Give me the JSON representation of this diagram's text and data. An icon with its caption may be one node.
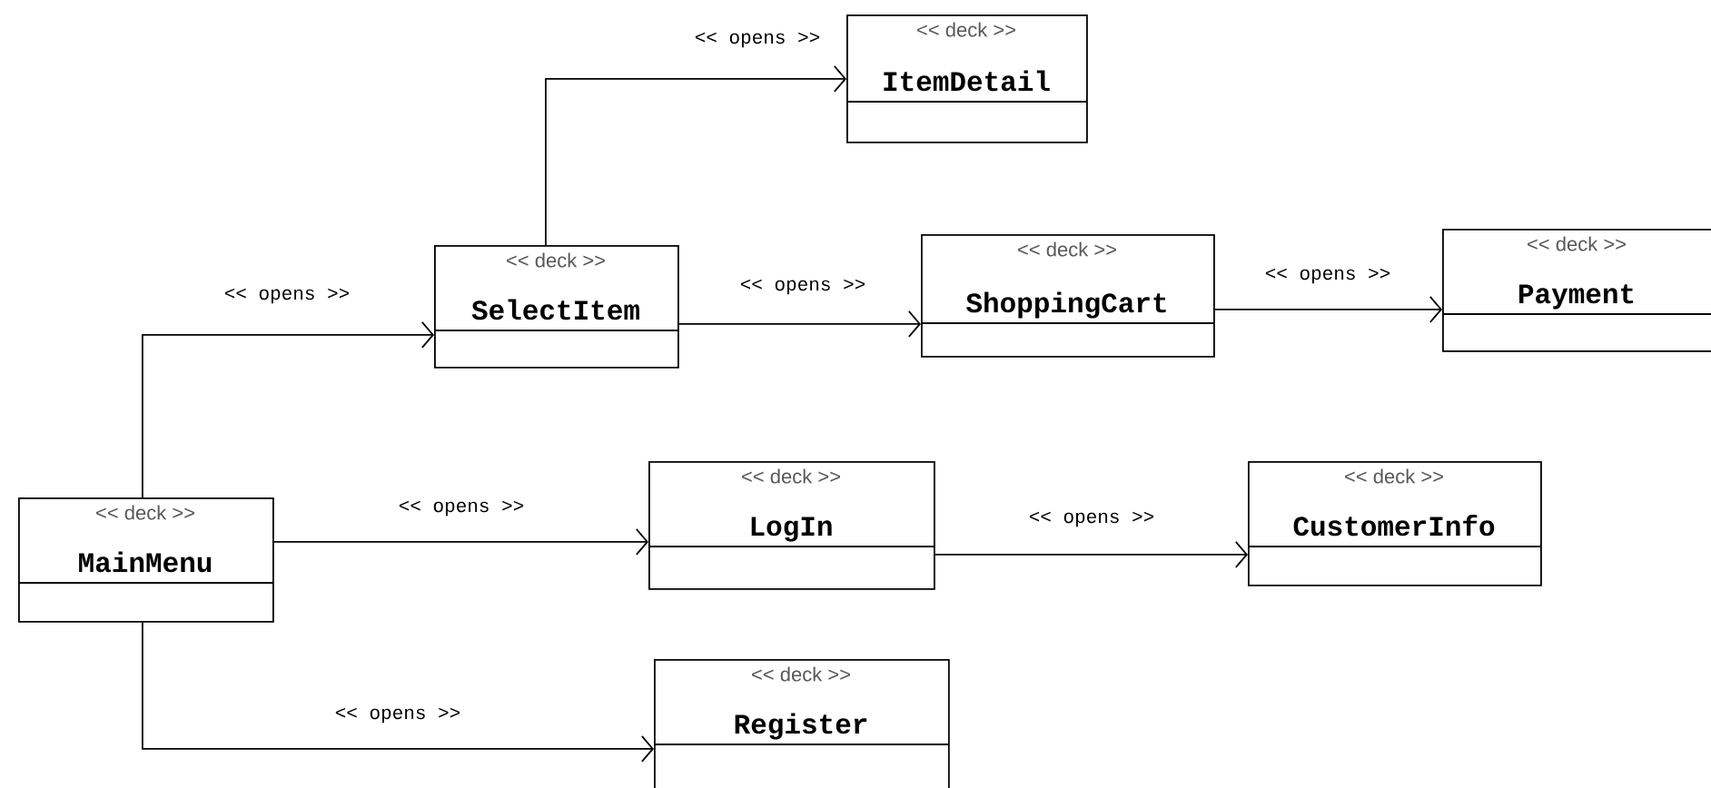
{
  "diagram": {
    "nodes": [
      {
        "text": [
          "<< deck >>",
          "ItemDetail"
        ]
      },
      {
        "text": [
          "<< deck >>",
          "SelectItem"
        ]
      },
      {
        "text": [
          "<< deck >>",
          "ShoppingCart"
        ]
      },
      {
        "text": [
          "<< deck >>",
          "Payment"
        ]
      },
      {
        "text": [
          "<< deck >>",
          "MainMenu"
        ]
      },
      {
        "text": [
          "<< deck >>",
          "LogIn"
        ]
      },
      {
        "text": [
          "<< deck >>",
          "CustomerInfo"
        ]
      },
      {
        "text": [
          "<< deck >>",
          "Register"
        ]
      }
    ],
    "edges": [
      {
        "from": 1,
        "to": 0,
        "arrow": "to",
        "label": "<< opens >>"
      },
      {
        "from": 4,
        "to": 1,
        "arrow": "to",
        "label": "<< opens >>"
      },
      {
        "from": 1,
        "to": 2,
        "arrow": "to",
        "label": "<< opens >>"
      },
      {
        "from": 2,
        "to": 3,
        "arrow": "to",
        "label": "<< opens >>"
      },
      {
        "from": 4,
        "to": 5,
        "arrow": "to",
        "label": "<< opens >>"
      },
      {
        "from": 5,
        "to": 6,
        "arrow": "to",
        "label": "<< opens >>"
      },
      {
        "from": 4,
        "to": 7,
        "arrow": "to",
        "label": "<< opens >>"
      }
    ]
  }
}
